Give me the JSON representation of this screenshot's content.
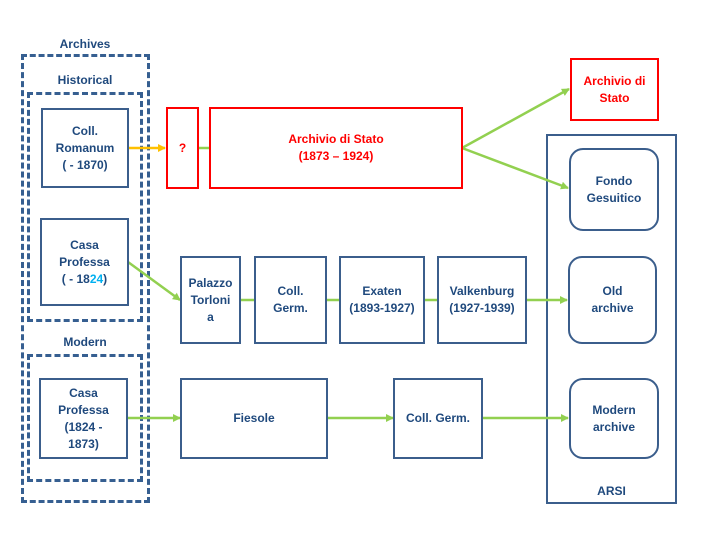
{
  "groups": {
    "archives_label": "Archives",
    "historical_label": "Historical",
    "modern_label": "Modern",
    "arsi_label": "ARSI"
  },
  "nodes": {
    "coll_romanum": [
      "Coll.",
      "Romanum",
      "( - 1870)"
    ],
    "casa_professa_old": {
      "line1": "Casa",
      "line2": "Professa",
      "line3_prefix": "( - 18",
      "line3_highlight": "24",
      "line3_suffix": ")"
    },
    "casa_professa_modern": [
      "Casa",
      "Professa",
      "(1824 -",
      "1873)"
    ],
    "unknown": "?",
    "archivio_stato_main": [
      "Archivio di Stato",
      "(1873 – 1924)"
    ],
    "archivio_stato_right": [
      "Archivio di",
      "Stato"
    ],
    "fondo_gesuitico": [
      "Fondo",
      "Gesuitico"
    ],
    "old_archive": [
      "Old",
      "archive"
    ],
    "modern_archive": [
      "Modern",
      "archive"
    ],
    "palazzo_torlonia": [
      "Palazzo",
      "Torloni",
      "a"
    ],
    "coll_germ_mid": [
      "Coll.",
      "Germ."
    ],
    "exaten": [
      "Exaten",
      "(1893-1927)"
    ],
    "valkenburg": [
      "Valkenburg",
      "(1927-1939)"
    ],
    "fiesole": "Fiesole",
    "coll_germ_bottom": "Coll. Germ."
  },
  "colors": {
    "blue": "#1f497d",
    "border_blue": "#3b5e8c",
    "red": "#ff0000",
    "green_arrow": "#92d050",
    "orange_arrow": "#ffc000",
    "cyan_highlight": "#00b0f0"
  }
}
